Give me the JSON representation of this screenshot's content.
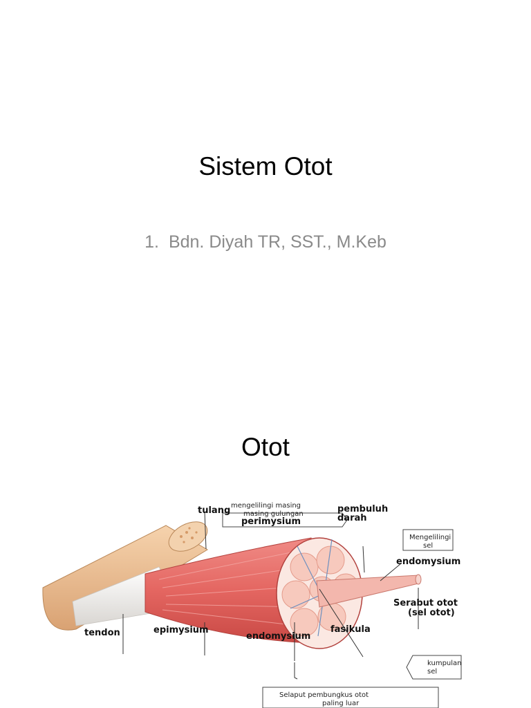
{
  "slide1": {
    "title": "Sistem Otot",
    "subtitle_number": "1.",
    "subtitle_text": "Bdn. Diyah TR, SST., M.Keb"
  },
  "slide2": {
    "title": "Otot",
    "diagram": {
      "labels": {
        "tulang": "tulang",
        "perimysium": "perimysium",
        "pembuluh_line1": "pembuluh",
        "pembuluh_line2": "darah",
        "endomysium_right": "endomysium",
        "serabut_line1": "Serabut otot",
        "serabut_line2": "(sel otot)",
        "fasikula": "fasikula",
        "tendon": "tendon",
        "epimysium": "epimysium",
        "endomysium_bottom": "endomysium"
      },
      "callouts": {
        "mengelilingi_line1": "mengelilingi  masing",
        "mengelilingi_line2": "masing gulungan",
        "sel_line1": "Mengelilingi",
        "sel_line2": "sel",
        "kumpulan_line1": "kumpulan",
        "kumpulan_line2": "sel",
        "selaput_line1": "Selaput pembungkus otot",
        "selaput_line2": "paling luar"
      },
      "colors": {
        "muscle": "#e8706d",
        "muscle_dark": "#c94945",
        "bone": "#f1c79c",
        "tendon": "#f4f0ec",
        "fascicle": "#f7c9bd"
      }
    }
  }
}
